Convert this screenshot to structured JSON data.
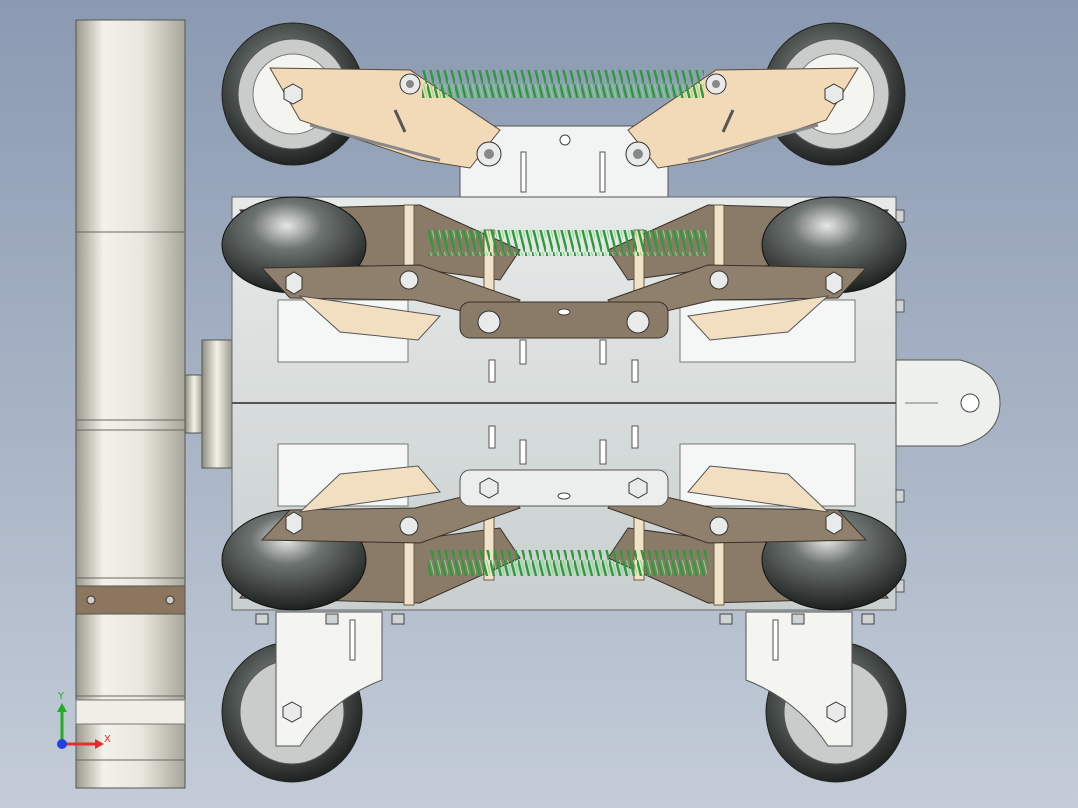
{
  "viewport": {
    "background_top": "#8b9ab2",
    "background_bottom": "#c4ccd8"
  },
  "colors": {
    "spring": "#3db84a",
    "spring_dark": "#1f7a2a",
    "arm_tan": "#f2d9b8",
    "arm_brown": "#8a7a68",
    "frame": "#d7dcdc",
    "wheel_tire": "#3f4442",
    "wheel_hub": "#bfc3c2",
    "axis_x": "#e03030",
    "axis_y": "#20b020",
    "axis_z": "#2040e0"
  },
  "triad": {
    "x_label": "X",
    "y_label": "Y"
  },
  "parts": {
    "side_view": "side-view-wheel-assembly",
    "top_springs": 1,
    "inner_springs": 2,
    "wheels": 8
  }
}
